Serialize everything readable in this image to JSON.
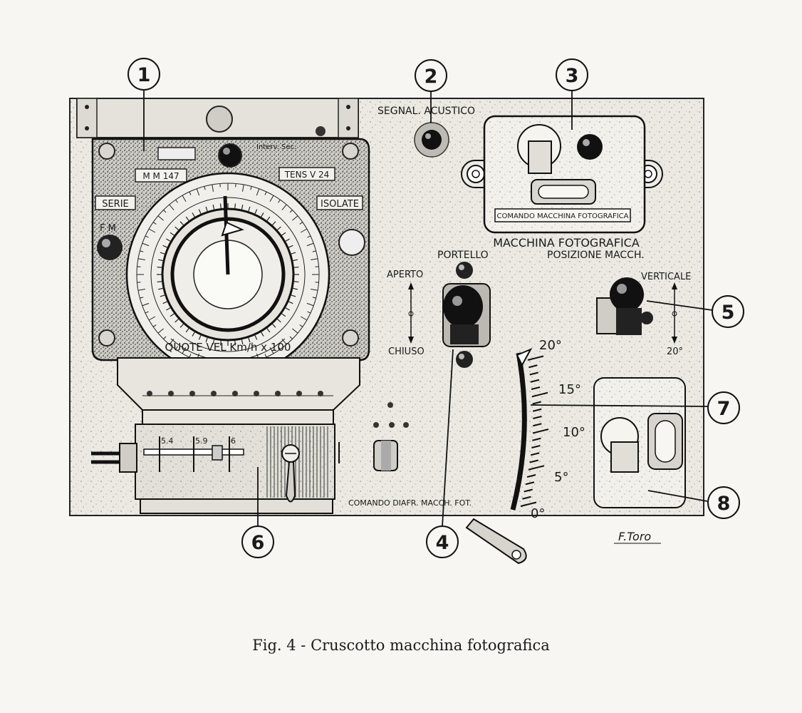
{
  "callouts": [
    "1",
    "2",
    "3",
    "4",
    "5",
    "6",
    "7",
    "8"
  ],
  "labels": {
    "segnal_acustico": "SEGNAL. ACUSTICO",
    "mm": "M M 147",
    "tens": "TENS V 24",
    "serie": "SERIE",
    "isolate": "ISOLATE",
    "interv": "Interv. Sec.",
    "fm": "F    M",
    "dial_bottom": "QUOTE   VEL  Km/h   x 100",
    "comando_macchina": "COMANDO MACCHINA FOTOGRAFICA",
    "macchina_fotografica": "MACCHINA   FOTOGRAFICA",
    "portello": "PORTELLO",
    "posizione_macch": "POSIZIONE MACCH.",
    "aperto": "APERTO",
    "chiuso": "CHIUSO",
    "verticale": "VERTICALE",
    "angle_20": "20°",
    "comando_diafr": "COMANDO DIAFR. MACCH. FOT.",
    "signature": "F.Toro"
  },
  "scale_marks": [
    "20°",
    "15°",
    "10°",
    "5°",
    "0°"
  ],
  "slider_marks": [
    "5.4",
    "5.9",
    "6"
  ],
  "caption": "Fig. 4 - Cruscotto macchina fotografica",
  "colors": {
    "ink": "#1a1a1a",
    "paper": "#f7f6f2",
    "panel": "#e9e7e0"
  }
}
